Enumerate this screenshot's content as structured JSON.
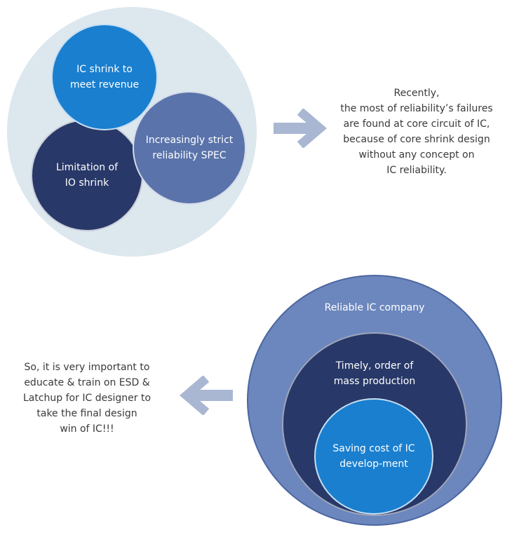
{
  "top_cluster": {
    "shrink_revenue": "IC shrink to\nmeet revenue",
    "reliability_spec": "Increasingly strict\nreliability SPEC",
    "io_shrink": "Limitation of\nIO shrink"
  },
  "top_note": "Recently,\nthe most of reliability’s failures\nare found at core circuit of IC,\nbecause of core shrink design\nwithout any concept on\nIC reliability.",
  "bottom_nested": {
    "outer": "Reliable IC company",
    "middle": "Timely, order of\nmass production",
    "inner": "Saving cost of IC\ndevelop-ment"
  },
  "bottom_note": "So, it is very important to\neducate & train on ESD &\nLatchup for IC designer to\ntake the final design\nwin of IC!!!",
  "colors": {
    "pale_bg": "#dde7ee",
    "bright_blue": "#1a7fcf",
    "dark_navy": "#283868",
    "slate_blue": "#5a73aa",
    "outer_blue": "#6c87bd",
    "arrow": "#a9b7d3"
  },
  "icons": {
    "right_arrow": "right-arrow-icon",
    "left_arrow": "left-arrow-icon"
  }
}
